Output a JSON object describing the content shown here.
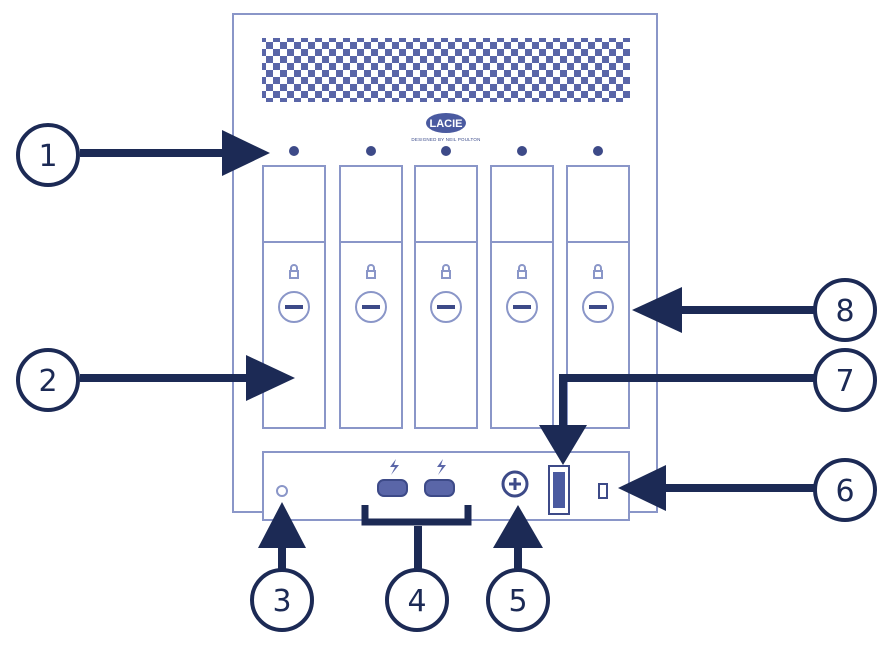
{
  "device": {
    "brand": "LACIE",
    "tagline": "DESIGNED BY NEIL POULTON"
  },
  "callouts": [
    {
      "label": "1"
    },
    {
      "label": "2"
    },
    {
      "label": "3"
    },
    {
      "label": "4"
    },
    {
      "label": "5"
    },
    {
      "label": "6"
    },
    {
      "label": "7"
    },
    {
      "label": "8"
    }
  ],
  "colors": {
    "outline": "#8a96c8",
    "callout": "#1c2a55"
  }
}
